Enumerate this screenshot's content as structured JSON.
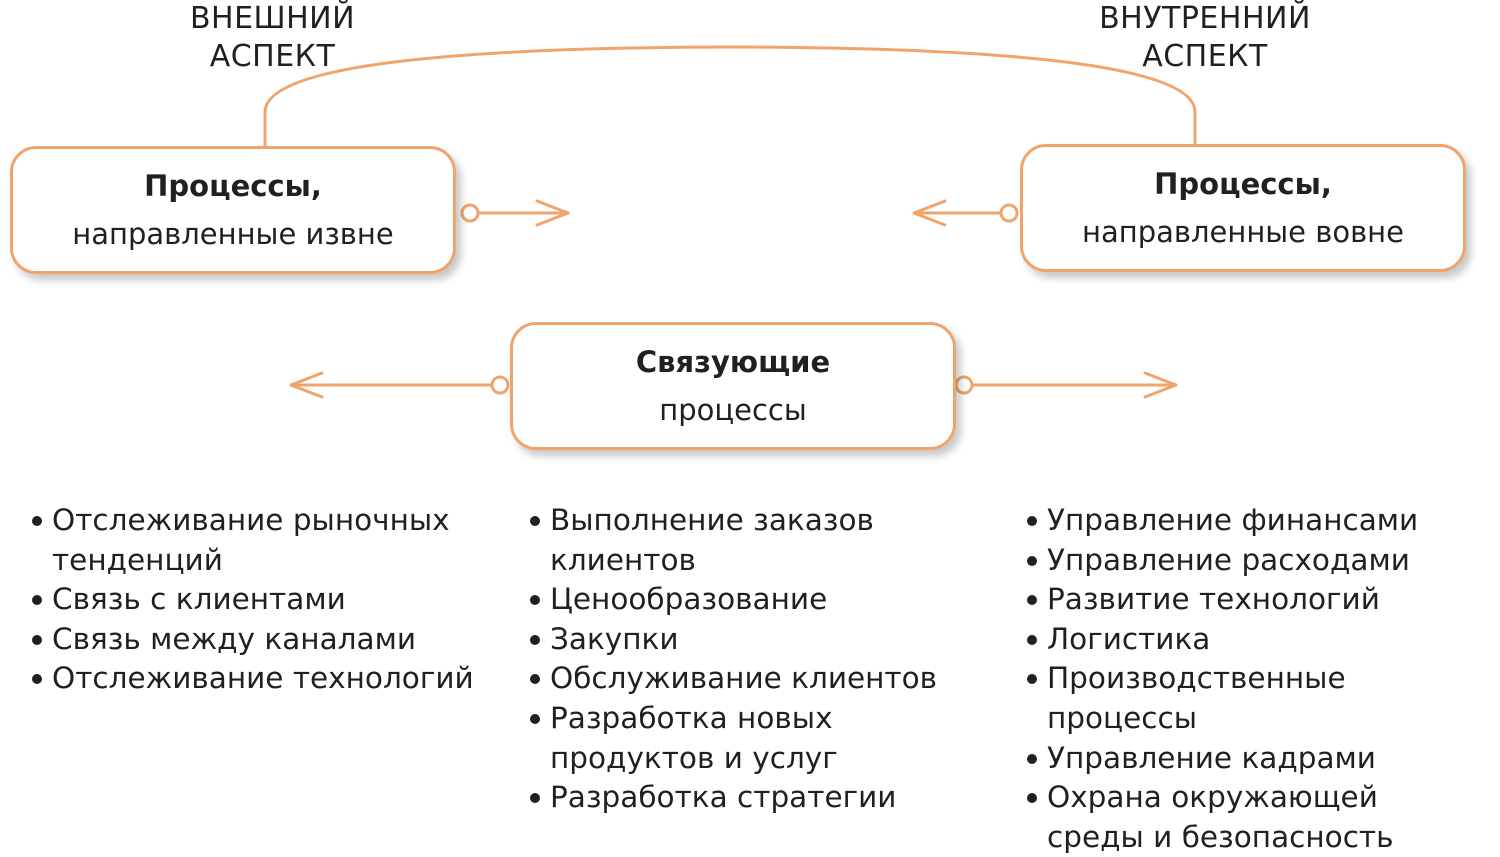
{
  "aspects": {
    "external": [
      "ВНЕШНИЙ",
      "АСПЕКТ"
    ],
    "internal": [
      "ВНУТРЕННИЙ",
      "АСПЕКТ"
    ]
  },
  "boxes": {
    "inbound": {
      "title": "Процессы,",
      "subtitle": "направленные извне"
    },
    "outbound": {
      "title": "Процессы,",
      "subtitle": "направленные вовне"
    },
    "linking": {
      "title": "Связующие",
      "subtitle": "процессы"
    }
  },
  "lists": {
    "external": [
      "Отслеживание рыночных тенденций",
      "Связь с клиентами",
      "Связь между каналами",
      "Отслеживание технологий"
    ],
    "linking": [
      "Выполнение заказов клиентов",
      "Ценообразование",
      "Закупки",
      "Обслуживание клиентов",
      "Разработка новых продуктов и услуг",
      "Разработка стратегии"
    ],
    "internal": [
      "Управление финансами",
      "Управление расходами",
      "Развитие технологий",
      "Логистика",
      "Производственные процессы",
      "Управление кадрами",
      "Охрана окружающей среды и безопасность"
    ]
  },
  "colors": {
    "accent": "#f0a46c",
    "text": "#231f20"
  }
}
